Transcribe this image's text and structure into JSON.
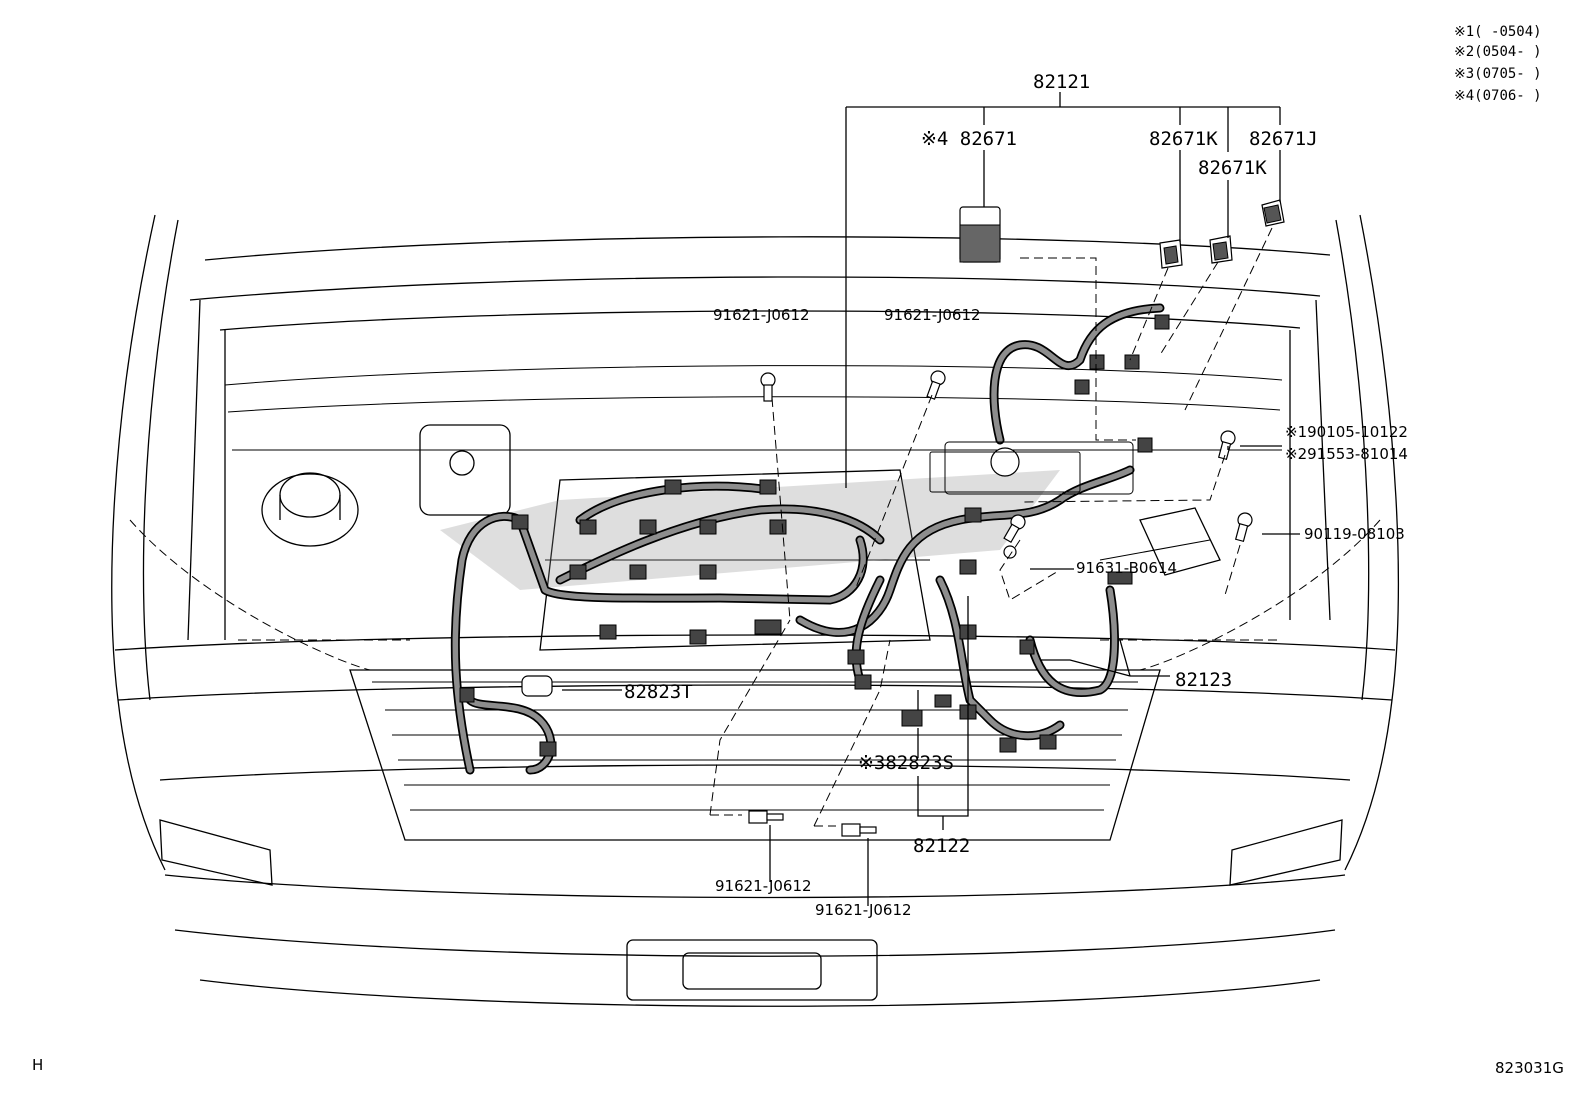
{
  "notes": [
    "※1(   -0504)",
    "※2(0504-   )",
    "※3(0705-   )",
    "※4(0706-   )"
  ],
  "labels": {
    "harness_main": "82121",
    "relay_4": "※4 82671",
    "relay_k1": "82671K",
    "relay_k2": "82671K",
    "relay_j": "82671J",
    "bolt_top_left": "91621-J0612",
    "bolt_top_mid": "91621-J0612",
    "bolt_s1": "※190105-10122",
    "bolt_s2": "※291553-81014",
    "bolt_right": "90119-08103",
    "bolt_center": "91631-B0614",
    "clamp_t": "82823T",
    "harness_right": "82123",
    "clamp_s": "※382823S",
    "harness_lower": "82122",
    "bolt_bottom_left": "91621-J0612",
    "bolt_bottom_right": "91621-J0612"
  },
  "footer": {
    "left_code": "H",
    "figure_code": "823031G"
  }
}
